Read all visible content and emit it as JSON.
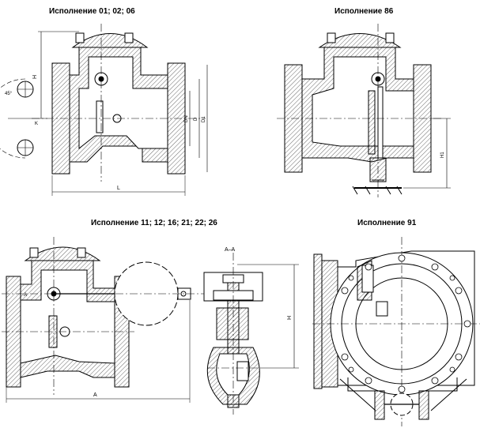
{
  "captions": {
    "panel1": "Исполнение  01; 02; 06",
    "panel2": "Исполнение  86",
    "panel3": "Исполнение  11; 12; 16; 21; 22; 26",
    "panel4": "Исполнение  91"
  },
  "labels": {
    "p1_H": "H",
    "p1_L": "L",
    "p1_DN": "DN",
    "p1_D": "D",
    "p1_D1": "D1",
    "p1_K": "K",
    "p1_angle": "45°",
    "p2_H1": "H1",
    "p3_A": "A",
    "p3_section": "А–А",
    "p3_small_A": "A",
    "p3_H": "H"
  },
  "colors": {
    "line": "#000000",
    "hatch": "#555555",
    "background": "#ffffff"
  }
}
